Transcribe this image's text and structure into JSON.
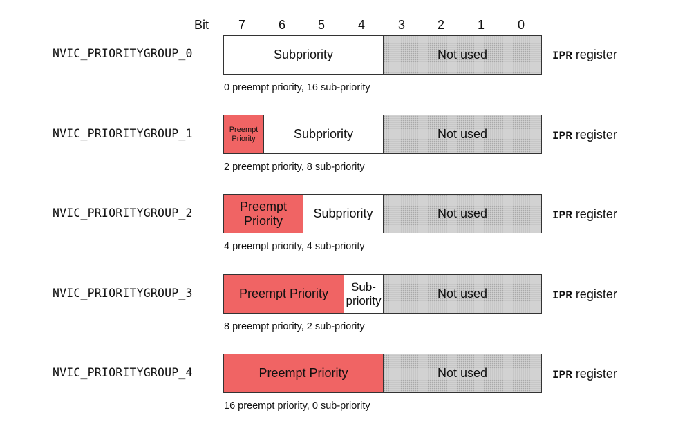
{
  "bit_header": {
    "title": "Bit",
    "bits": [
      "7",
      "6",
      "5",
      "4",
      "3",
      "2",
      "1",
      "0"
    ]
  },
  "rows": [
    {
      "group": "NVIC_PRIORITYGROUP_0",
      "preempt_bits": 0,
      "preempt_label": "",
      "sub_label": "Subpriority",
      "unused_label": "Not used",
      "register_code": "IPR",
      "register_text": " register",
      "caption": "0 preempt priority, 16 sub-priority"
    },
    {
      "group": "NVIC_PRIORITYGROUP_1",
      "preempt_bits": 1,
      "preempt_label": "Preempt\nPriority",
      "sub_label": "Subpriority",
      "unused_label": "Not used",
      "register_code": "IPR",
      "register_text": " register",
      "caption": "2 preempt priority, 8 sub-priority"
    },
    {
      "group": "NVIC_PRIORITYGROUP_2",
      "preempt_bits": 2,
      "preempt_label": "Preempt\nPriority",
      "sub_label": "Subpriority",
      "unused_label": "Not used",
      "register_code": "IPR",
      "register_text": " register",
      "caption": "4 preempt priority, 4 sub-priority"
    },
    {
      "group": "NVIC_PRIORITYGROUP_3",
      "preempt_bits": 3,
      "preempt_label": "Preempt Priority",
      "sub_label": "Sub-\npriority",
      "unused_label": "Not used",
      "register_code": "IPR",
      "register_text": " register",
      "caption": "8 preempt priority, 2 sub-priority"
    },
    {
      "group": "NVIC_PRIORITYGROUP_4",
      "preempt_bits": 4,
      "preempt_label": "Preempt Priority",
      "sub_label": "",
      "unused_label": "Not used",
      "register_code": "IPR",
      "register_text": " register",
      "caption": "16 preempt priority, 0 sub-priority"
    }
  ],
  "colors": {
    "preempt": "#f06464",
    "subpriority": "#ffffff",
    "unused": "#d2d2d2"
  }
}
